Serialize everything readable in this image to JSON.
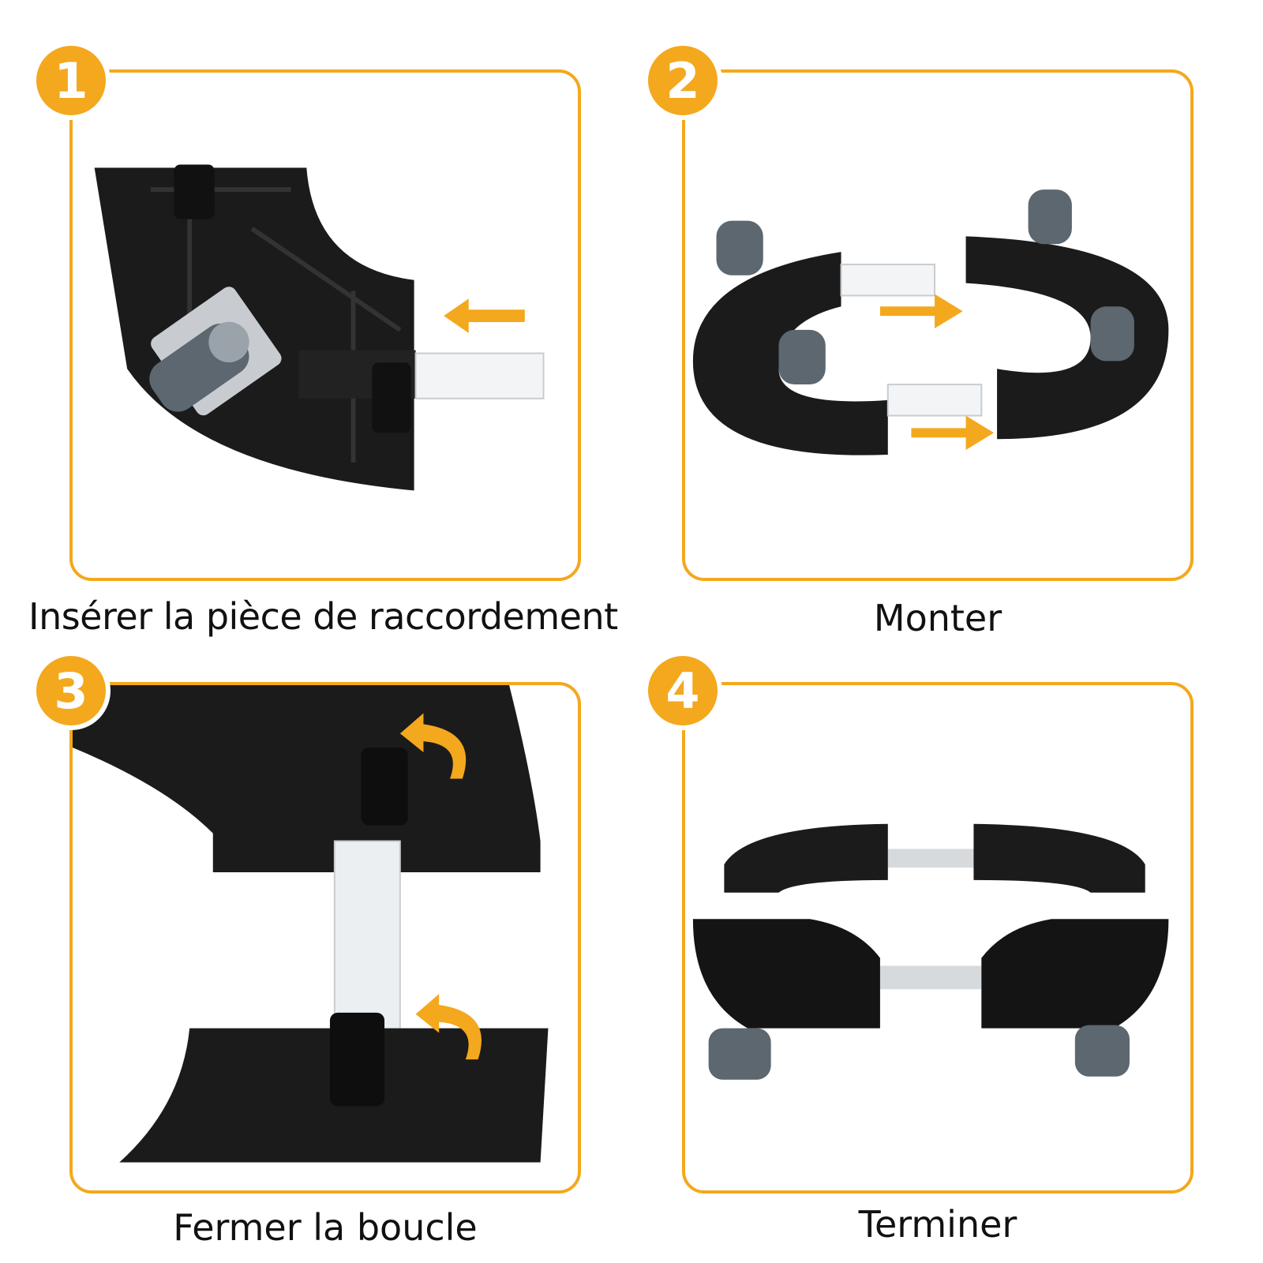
{
  "steps": [
    {
      "number": "1",
      "caption": "Insérer la pièce de raccordement"
    },
    {
      "number": "2",
      "caption": "Monter"
    },
    {
      "number": "3",
      "caption": "Fermer la boucle"
    },
    {
      "number": "4",
      "caption": "Terminer"
    }
  ],
  "colors": {
    "accent": "#f4a81d",
    "plastic": "#1b1b1b",
    "metal": "#e6e8ea",
    "wheel": "#5c6770"
  }
}
